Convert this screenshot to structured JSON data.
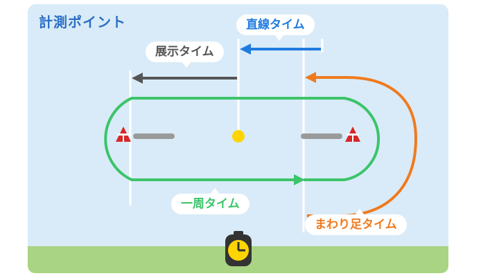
{
  "title": "計測ポイント",
  "labels": {
    "straight_time": "直線タイム",
    "exhibit_time": "展示タイム",
    "lap_time": "一周タイム",
    "finish_time": "まわり足タイム"
  },
  "colors": {
    "panel_bg": "#d9ebf8",
    "ground": "#a9d483",
    "title": "#2b6fc4",
    "straight": "#1f7be0",
    "exhibit": "#555555",
    "lap": "#3cc46a",
    "finish": "#f07a1e",
    "buoy": "#d62828",
    "start_line": "#ffd400"
  },
  "icons": {
    "left_buoy": "turn-mark-icon",
    "right_buoy": "turn-mark-icon",
    "stopwatch": "stopwatch-icon"
  }
}
